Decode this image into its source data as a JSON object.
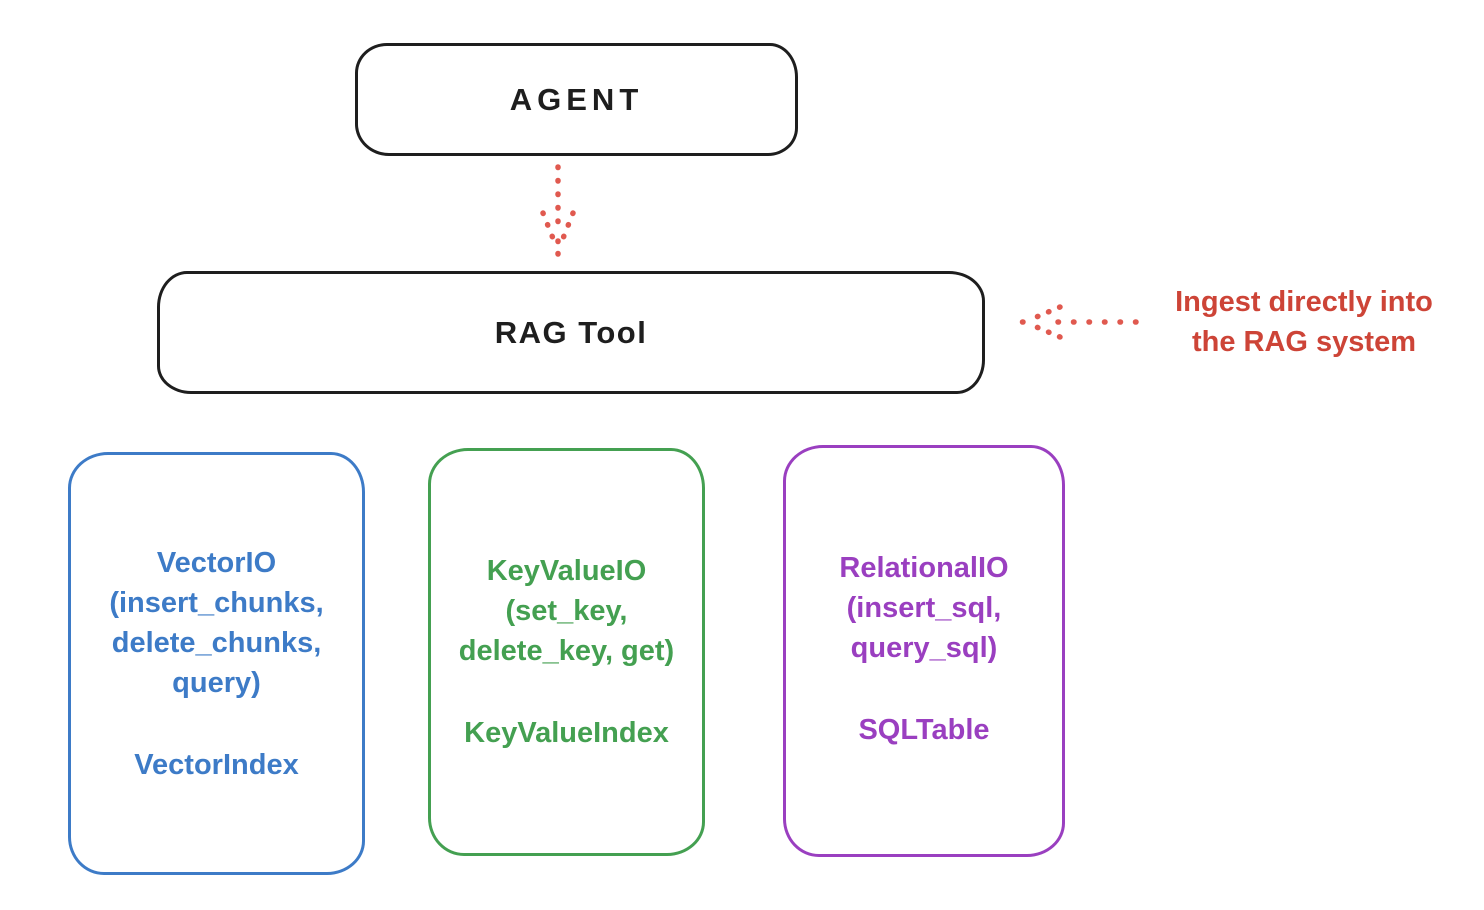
{
  "diagram": {
    "agent": {
      "label": "AGENT"
    },
    "rag_tool": {
      "label": "RAG Tool"
    },
    "annotation": {
      "line1": "Ingest directly into",
      "line2": "the RAG system"
    },
    "stores": {
      "vector": {
        "lines": [
          "VectorIO",
          "(insert_chunks,",
          "delete_chunks,",
          "query)"
        ],
        "index": "VectorIndex",
        "color": "#3d7bc7"
      },
      "keyvalue": {
        "lines": [
          "KeyValueIO",
          "(set_key,",
          "delete_key, get)"
        ],
        "index": "KeyValueIndex",
        "color": "#44a051"
      },
      "relational": {
        "lines": [
          "RelationalIO",
          "(insert_sql,",
          "query_sql)"
        ],
        "index": "SQLTable",
        "color": "#9a3fc0"
      }
    },
    "colors": {
      "stroke_black": "#1e1e1e",
      "annotation_red": "#cd4437",
      "arrow_red": "#e0594f",
      "background": "#ffffff"
    }
  }
}
